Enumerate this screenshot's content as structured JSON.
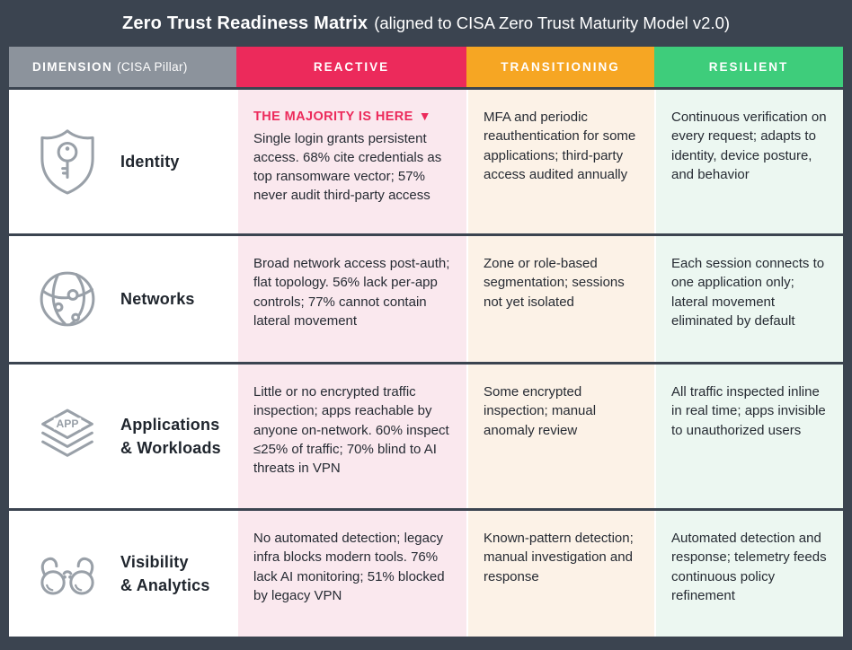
{
  "title": {
    "main": "Zero Trust Readiness Matrix",
    "suffix": "(aligned to CISA Zero Trust Maturity Model v2.0)"
  },
  "colors": {
    "frame_slate": "#3B4450",
    "header_gray": "#8C939C",
    "reactive_accent": "#EC2A5B",
    "transitioning_accent": "#F6A623",
    "resilient_accent": "#3ECD7B",
    "reactive_cell_bg": "#FAE8EE",
    "transitioning_cell_bg": "#FCF2E7",
    "resilient_cell_bg": "#ECF7F1",
    "icon_gray": "#99A0A8"
  },
  "columns": {
    "dimension": {
      "label_bold": "DIMENSION",
      "label_light": "(CISA Pillar)"
    },
    "reactive": {
      "label": "REACTIVE"
    },
    "transitioning": {
      "label": "TRANSITIONING"
    },
    "resilient": {
      "label": "RESILIENT"
    }
  },
  "rows": [
    {
      "icon": "shield-key-icon",
      "label_line1": "Identity",
      "callout": "THE MAJORITY IS HERE",
      "callout_marker": "▼",
      "reactive": "Single login grants persistent access. 68% cite credentials as top ransomware vector; 57% never audit third-party access",
      "transitioning": "MFA and periodic reauthentication for some applications; third-party access audited annually",
      "resilient": "Continuous verification on every request; adapts to identity, device posture, and behavior"
    },
    {
      "icon": "globe-network-icon",
      "label_line1": "Networks",
      "reactive": "Broad network access post-auth; flat topology. 56% lack per-app controls; 77% cannot contain lateral movement",
      "transitioning": "Zone or role-based segmentation; sessions not yet isolated",
      "resilient": "Each session connects to one application only; lateral movement eliminated by default"
    },
    {
      "icon": "app-layers-icon",
      "icon_text": "APP",
      "label_line1": "Applications",
      "label_line2": "& Workloads",
      "reactive": "Little or no encrypted traffic inspection; apps reachable by anyone on-network. 60% inspect ≤25% of traffic; 70% blind to AI threats in VPN",
      "transitioning": "Some encrypted inspection; manual anomaly review",
      "resilient": "All traffic inspected inline in real time; apps invisible to unauthorized users"
    },
    {
      "icon": "binoculars-icon",
      "label_line1": "Visibility",
      "label_line2": "& Analytics",
      "reactive": "No automated detection; legacy infra blocks modern tools. 76% lack AI monitoring; 51% blocked by legacy VPN",
      "transitioning": "Known-pattern detection; manual investigation and response",
      "resilient": "Automated detection and response; telemetry feeds continuous policy refinement"
    }
  ]
}
